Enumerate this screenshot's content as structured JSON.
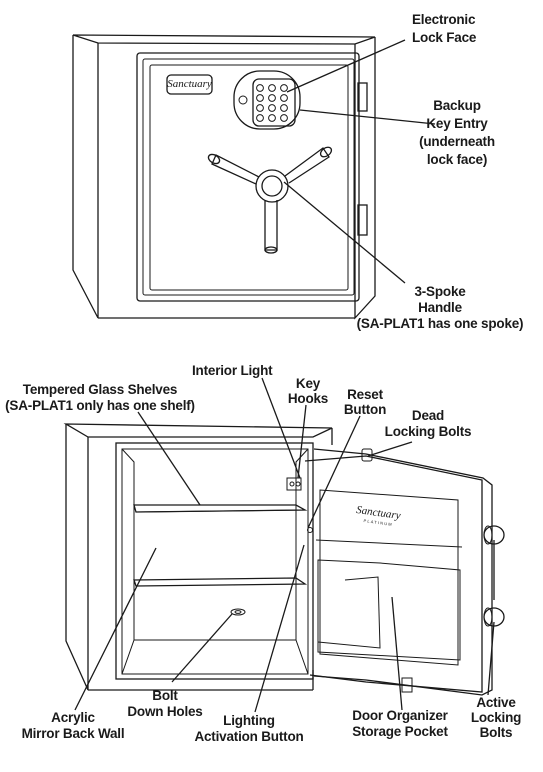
{
  "top_labels": {
    "electronic_lock_face": [
      "Electronic",
      "Lock Face"
    ],
    "backup_key_entry": [
      "Backup",
      "Key Entry",
      "(underneath",
      "lock face)"
    ],
    "spoke_handle": [
      "3-Spoke",
      "Handle",
      "(SA-PLAT1 has one spoke)"
    ]
  },
  "bottom_labels": {
    "interior_light": [
      "Interior Light"
    ],
    "tempered_glass_shelves": [
      "Tempered Glass Shelves",
      "(SA-PLAT1 only has one shelf)"
    ],
    "key_hooks": [
      "Key",
      "Hooks"
    ],
    "reset_button": [
      "Reset",
      "Button"
    ],
    "dead_locking_bolts": [
      "Dead",
      "Locking Bolts"
    ],
    "acrylic_mirror_back_wall": [
      "Acrylic",
      "Mirror Back Wall"
    ],
    "bolt_down_holes": [
      "Bolt",
      "Down Holes"
    ],
    "lighting_activation_button": [
      "Lighting",
      "Activation Button"
    ],
    "door_organizer_storage_pocket": [
      "Door Organizer",
      "Storage Pocket"
    ],
    "active_locking_bolts": [
      "Active",
      "Locking",
      "Bolts"
    ]
  },
  "brand": {
    "name": "Sanctuary",
    "line": "PLATINUM"
  }
}
